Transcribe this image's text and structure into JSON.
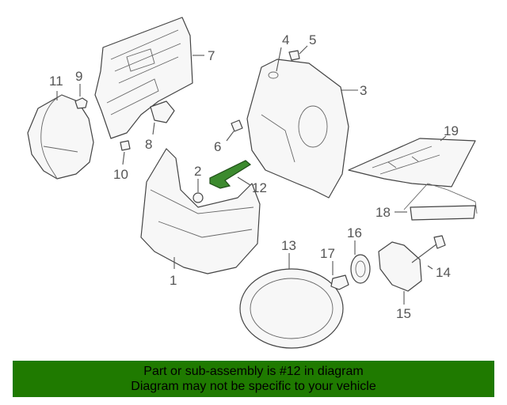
{
  "labels": {
    "l1": "1",
    "l2": "2",
    "l3": "3",
    "l4": "4",
    "l5": "5",
    "l6": "6",
    "l7": "7",
    "l8": "8",
    "l9": "9",
    "l10": "10",
    "l11": "11",
    "l12": "12",
    "l13": "13",
    "l14": "14",
    "l15": "15",
    "l16": "16",
    "l17": "17",
    "l18": "18",
    "l19": "19"
  },
  "highlighted_part": "12",
  "colors": {
    "highlight": "#3c8a2e",
    "banner": "#1f7a00"
  },
  "banner": {
    "line1": "Part or sub-assembly is #12 in diagram",
    "line2": "Diagram may not be specific to your vehicle"
  }
}
